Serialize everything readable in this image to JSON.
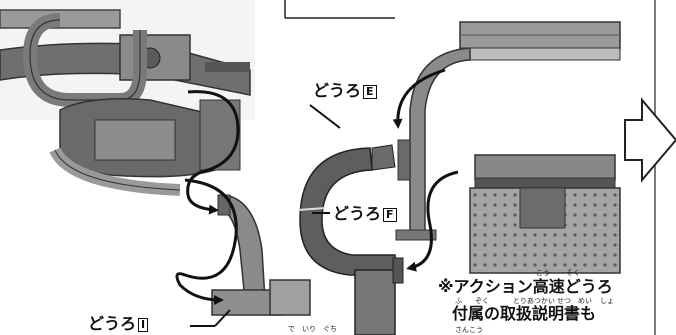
{
  "labels": {
    "road_e": {
      "text": "どうろ",
      "letter": "E"
    },
    "road_f": {
      "text": "どうろ",
      "letter": "F"
    },
    "road_i": {
      "text": "どうろ",
      "letter": "I"
    }
  },
  "note": {
    "line1": "※アクション高速どうろ",
    "line2": "付属の取扱説明書も"
  },
  "furigana": {
    "kou": "こう",
    "soku": "そく",
    "fu": "ふ",
    "zoku": "ぞく",
    "toriatsukai": "とりあつかい",
    "setsu": "せつ",
    "mei": "めい",
    "sho": "しょ",
    "sankou": "さんこう",
    "deiriguchi": "で　いり　ぐち"
  },
  "colors": {
    "ink": "#111111",
    "metal_dark": "#555555",
    "metal_mid": "#8a8a8a",
    "metal_light": "#c8c8c8",
    "road_grey": "#7a7a7a"
  },
  "icons": [
    "right-arrow-icon",
    "curved-arrow-icon"
  ]
}
